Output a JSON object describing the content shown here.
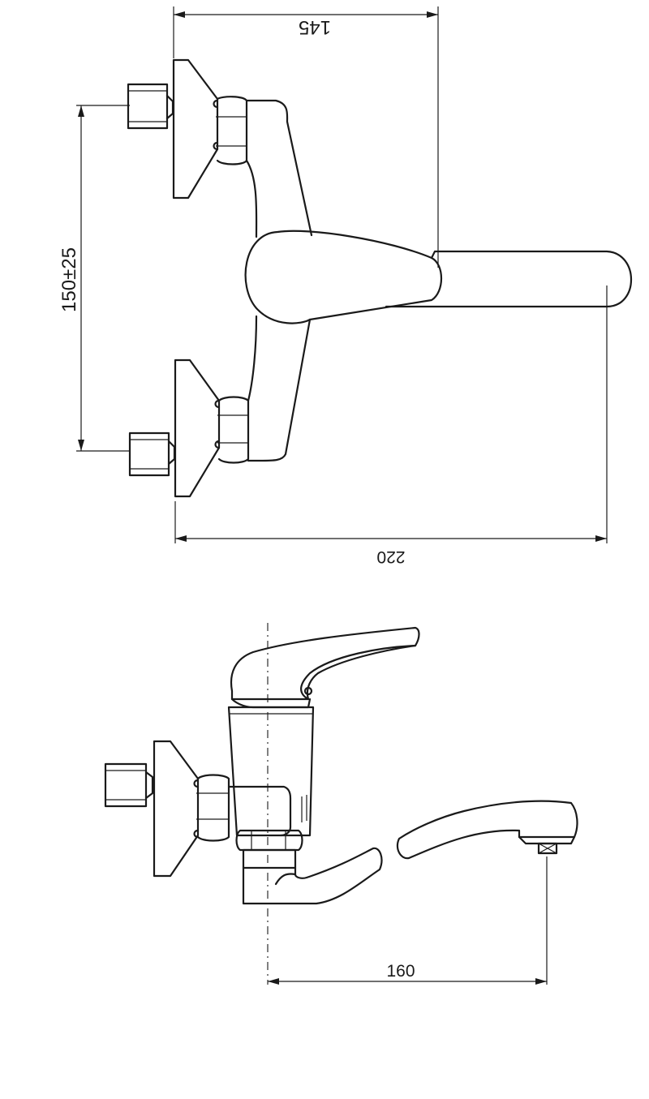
{
  "dimensions": {
    "top_width": "145",
    "centres": "150±25",
    "overall_length": "220",
    "spout_reach": "160"
  }
}
